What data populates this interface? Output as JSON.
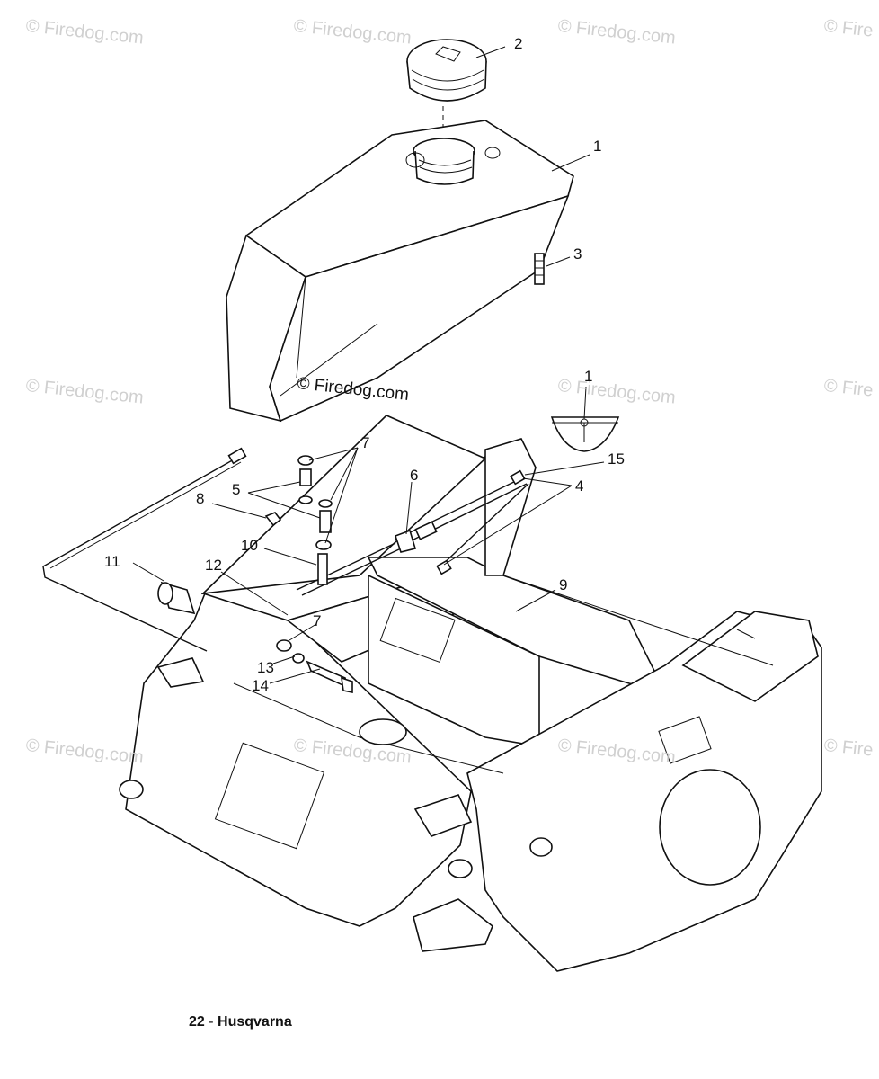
{
  "watermarks": [
    "© Firedog.com",
    "© Firedog.com",
    "© Firedog.com",
    "© Fire",
    "© Firedog.com",
    "© Firedog.com",
    "© Fire",
    "© Firedog.com",
    "© Firedog.com",
    "© Firedog.com",
    "© Fire"
  ],
  "center_watermark": "© Firedog.com",
  "callouts": {
    "c1_tank": "1",
    "c2_cap": "2",
    "c3_stud": "3",
    "c1_decal": "1",
    "c15": "15",
    "c4": "4",
    "c6": "6",
    "c7_top": "7",
    "c5": "5",
    "c8": "8",
    "c10": "10",
    "c11": "11",
    "c12": "12",
    "c9": "9",
    "c7_low": "7",
    "c13": "13",
    "c14": "14"
  },
  "footer": {
    "page_number": "22",
    "separator": " - ",
    "brand": "Husqvarna"
  }
}
